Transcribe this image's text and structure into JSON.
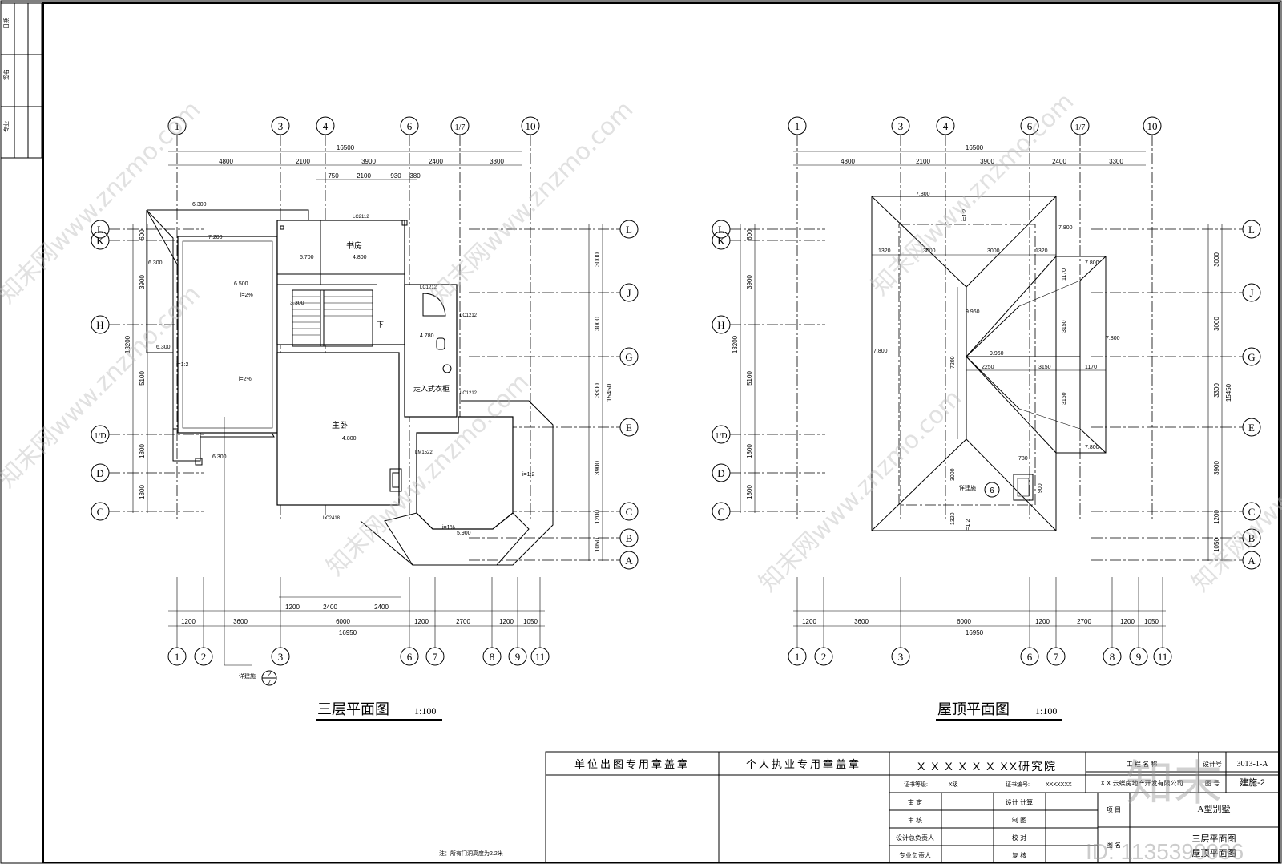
{
  "left_plan": {
    "title": "三层平面图",
    "scale": "1:100",
    "grid_top": [
      "1",
      "3",
      "4",
      "6",
      "1/7",
      "10"
    ],
    "grid_bottom": [
      "1",
      "2",
      "3",
      "6",
      "7",
      "8",
      "9",
      "11"
    ],
    "grid_left": [
      "L",
      "K",
      "H",
      "1/D",
      "D",
      "C"
    ],
    "grid_right": [
      "L",
      "J",
      "G",
      "E",
      "C",
      "B",
      "A"
    ],
    "top_total": "16500",
    "top_dims": [
      "4800",
      "2100",
      "3900",
      "2400",
      "3300"
    ],
    "top_sub": [
      "750",
      "2100",
      "930",
      "380"
    ],
    "bottom_total": "16950",
    "bottom_dims": [
      "1200",
      "3600",
      "6000",
      "1200",
      "2700",
      "1200",
      "1050"
    ],
    "bottom_sub": [
      "1200",
      "2400",
      "2400"
    ],
    "left_total": "13200",
    "left_dims": [
      "600",
      "3900",
      "5100",
      "1800",
      "1800"
    ],
    "right_total": "15450",
    "right_dims": [
      "3000",
      "3000",
      "3300",
      "3900",
      "1200",
      "1050"
    ],
    "rooms": [
      "书房",
      "主卧",
      "走入式衣柜"
    ],
    "levels": [
      "6.300",
      "7.200",
      "6.500",
      "5.700",
      "4.800",
      "3.300",
      "4.780",
      "4.800",
      "6.300",
      "6.300",
      "6.300",
      "5.900"
    ],
    "slopes": [
      "i=2%",
      "i=2%",
      "i=1:2",
      "i=1:2",
      "i=1%"
    ],
    "windows": [
      "LC2112",
      "LC1212",
      "LC1212",
      "LC1212",
      "LC2418",
      "LM1522"
    ],
    "detail_ref": "详建施",
    "detail_no": "2",
    "detail_sheet": "7",
    "down_label": "下"
  },
  "right_plan": {
    "title": "屋顶平面图",
    "scale": "1:100",
    "grid_top": [
      "1",
      "3",
      "4",
      "6",
      "1/7",
      "10"
    ],
    "grid_bottom": [
      "1",
      "2",
      "3",
      "6",
      "7",
      "8",
      "9",
      "11"
    ],
    "grid_left": [
      "L",
      "K",
      "H",
      "1/D",
      "D",
      "C"
    ],
    "grid_right": [
      "L",
      "J",
      "G",
      "E",
      "C",
      "B",
      "A"
    ],
    "top_total": "16500",
    "top_dims": [
      "4800",
      "2100",
      "3900",
      "2400",
      "3300"
    ],
    "bottom_total": "16950",
    "bottom_dims": [
      "1200",
      "3600",
      "6000",
      "1200",
      "2700",
      "1200",
      "1050"
    ],
    "left_total": "13200",
    "left_dims": [
      "600",
      "3900",
      "5100",
      "1800",
      "1800"
    ],
    "right_total": "15450",
    "right_dims": [
      "3000",
      "3000",
      "3300",
      "3900",
      "1200",
      "1050"
    ],
    "roof_levels": [
      "7.800",
      "7.800",
      "7.800",
      "9.960",
      "9.960",
      "7.800",
      "7.800",
      "7.800"
    ],
    "roof_dims": [
      "1320",
      "3000",
      "3000",
      "1320",
      "2250",
      "3150",
      "1170",
      "7200",
      "3000",
      "1320",
      "780",
      "900",
      "1170",
      "3150",
      "3150"
    ],
    "slopes": [
      "i=1:2",
      "i=1:2"
    ],
    "detail_ref": "详建施",
    "detail_no": "6"
  },
  "title_block": {
    "unit_stamp": "单位出图专用章盖章",
    "personal_stamp": "个人执业专用章盖章",
    "institute": "X X X X X X XX研究院",
    "cert_level_label": "证书等级:",
    "cert_level": "X级",
    "cert_no_label": "证书编号:",
    "cert_no": "XXXXXXX",
    "rows": [
      "审 定",
      "审 核",
      "设计总负责人",
      "专业负责人"
    ],
    "rows2": [
      "设计 计算",
      "制 图",
      "校 对",
      "复 核"
    ],
    "project_label": "工 程 名 称",
    "project_name": "X X 云蝶房地产开发有限公司",
    "item_label": "项 目",
    "item_value": "A型别墅",
    "drawing_label": "图 名",
    "drawing_value1": "三层平面图",
    "drawing_value2": "屋顶平面图",
    "design_no_label": "设计号",
    "design_no": "3013-1-A",
    "sheet_label": "图 号",
    "sheet_no": "建施-2",
    "note": "注：所有门洞高度为2.2米"
  },
  "margin_labels": [
    "日期",
    "签名",
    "专业"
  ],
  "watermark": "知末网www.znzmo.com",
  "corner_logo": "知末",
  "corner_id": "ID: 1135390036"
}
